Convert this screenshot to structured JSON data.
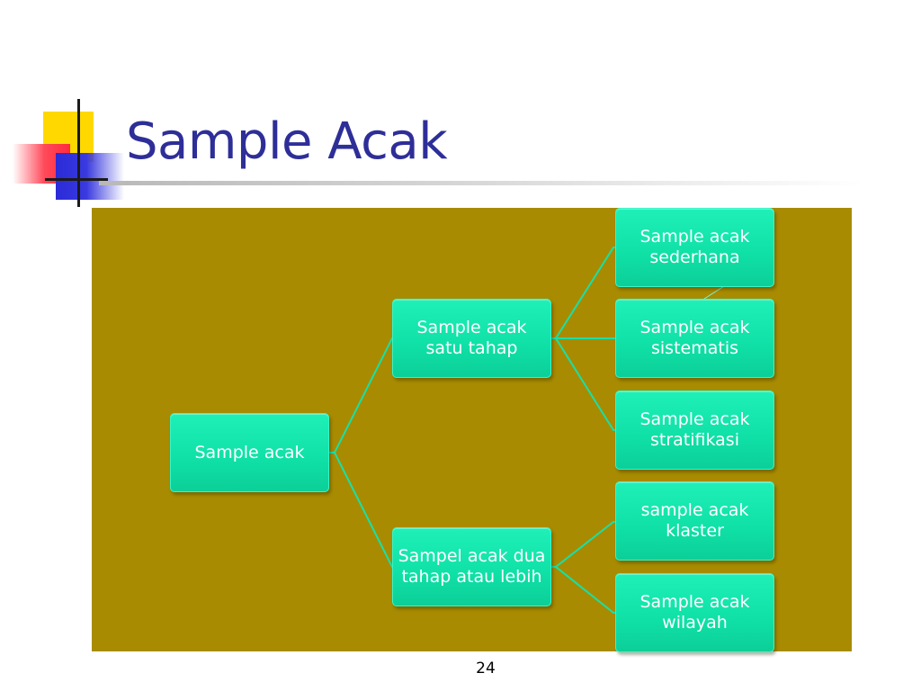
{
  "slide": {
    "title": "Sample Acak",
    "page_number": "24"
  },
  "diagram": {
    "root": {
      "label": "Sample acak"
    },
    "level1": [
      {
        "label": "Sample acak satu tahap"
      },
      {
        "label": "Sampel acak dua tahap atau lebih"
      }
    ],
    "level2": [
      {
        "label": "Sample acak sederhana"
      },
      {
        "label": "Sample acak sistematis"
      },
      {
        "label": "Sample acak stratifikasi"
      },
      {
        "label": "sample acak klaster"
      },
      {
        "label": "Sample acak wilayah"
      }
    ]
  },
  "colors": {
    "panel": "#a88b00",
    "node": "#0fe0a6",
    "title": "#2e2e99",
    "connector": "#18e0a8"
  }
}
